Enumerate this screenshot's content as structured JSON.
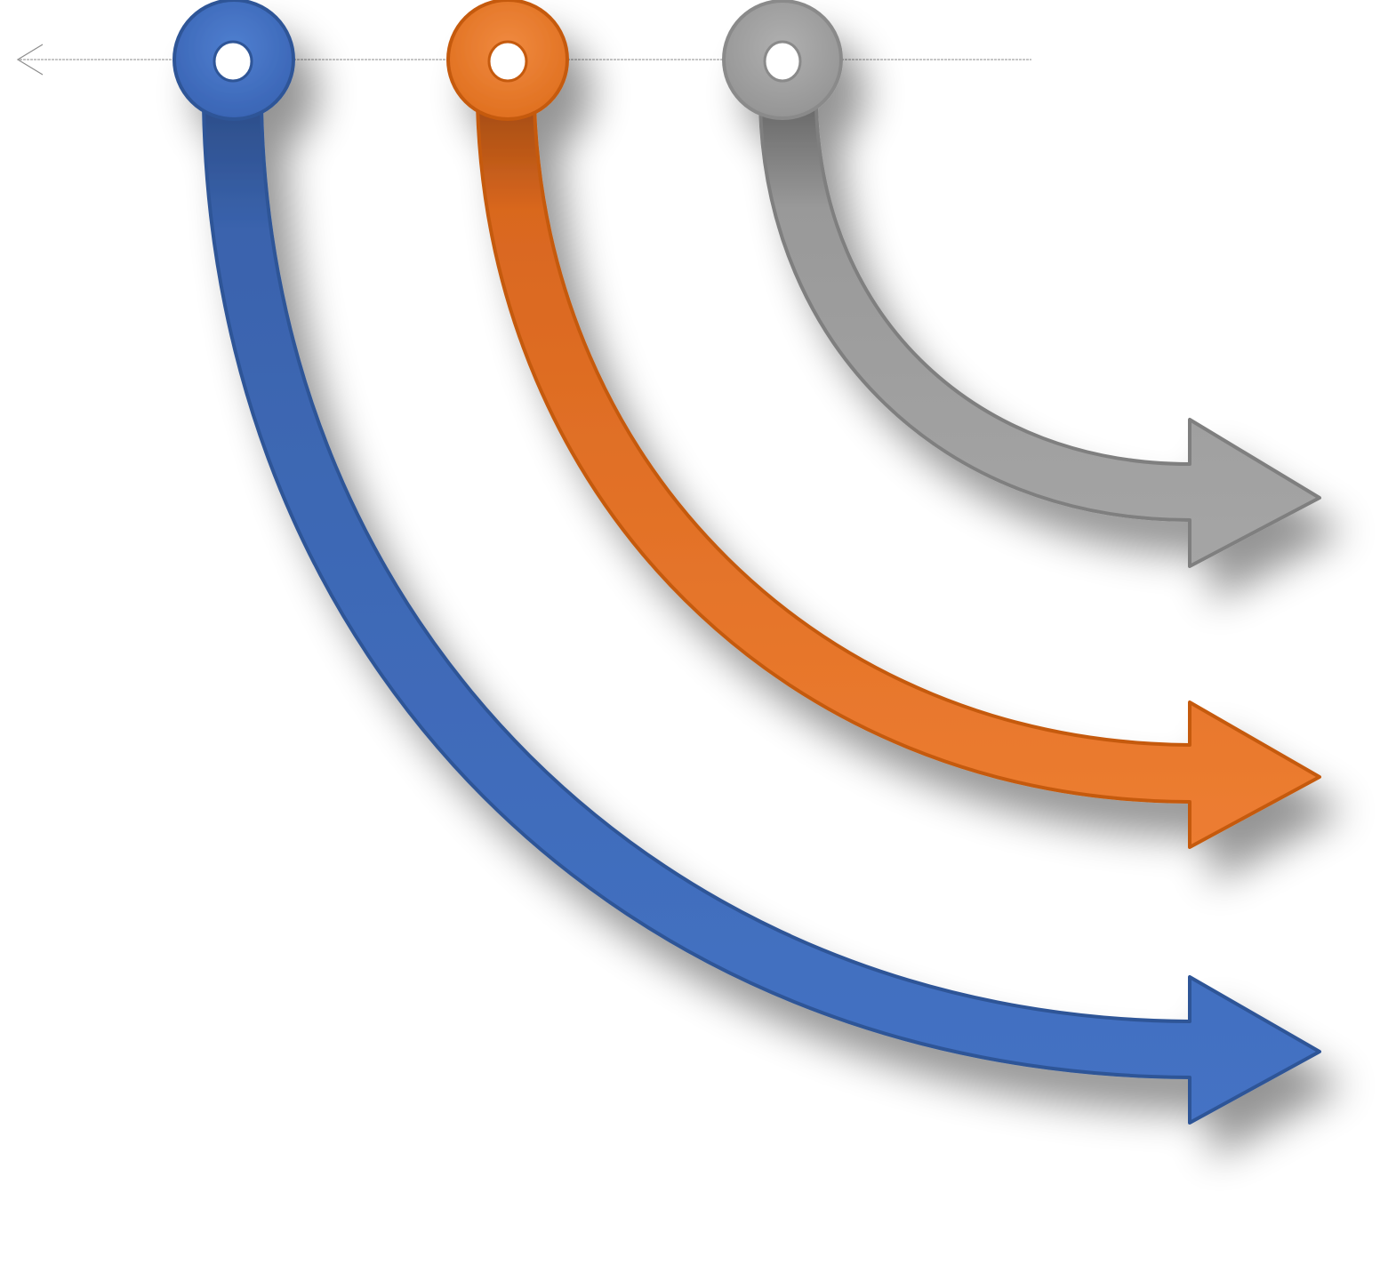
{
  "diagram": {
    "background": "#ffffff",
    "guide_line": {
      "color": "#8c8c8c",
      "arrowhead": "left"
    },
    "arrows": [
      {
        "id": "blue",
        "fill_light": "#4472c4",
        "fill_dark": "#2d4e8a",
        "stroke": "#2f5597"
      },
      {
        "id": "orange",
        "fill_light": "#ed7d31",
        "fill_dark": "#a64d12",
        "stroke": "#c55a11"
      },
      {
        "id": "gray",
        "fill_light": "#a5a5a5",
        "fill_dark": "#6a6a6a",
        "stroke": "#7f7f7f"
      }
    ],
    "node_ring_hole_color": "#ffffff"
  }
}
